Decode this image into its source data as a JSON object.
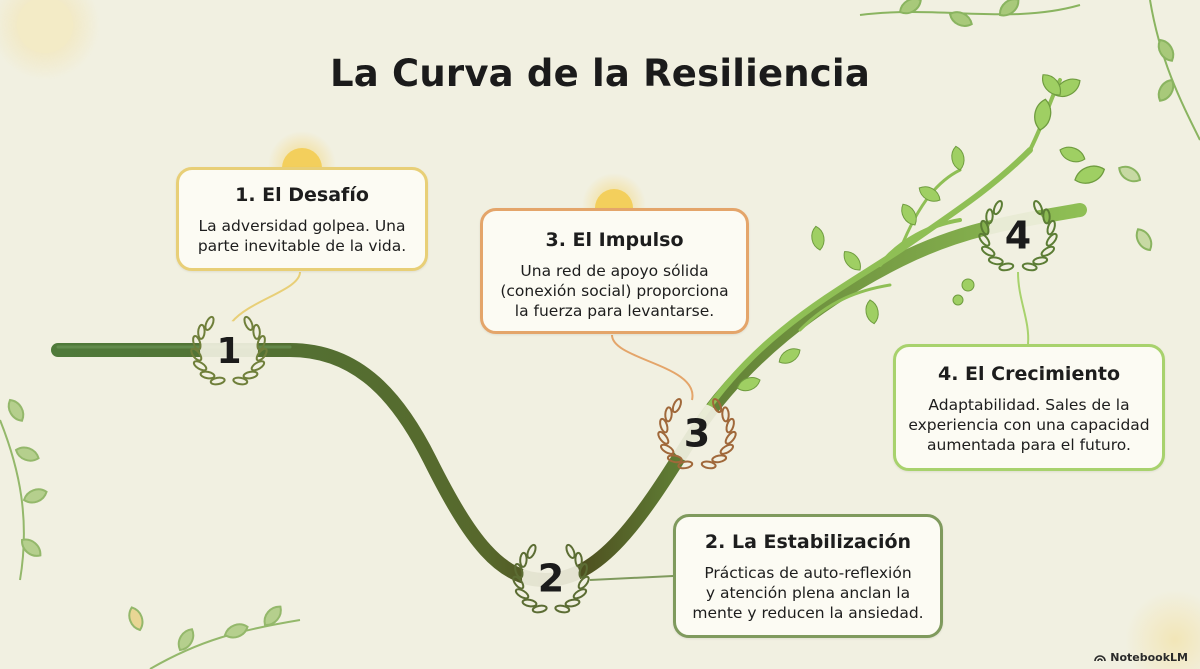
{
  "title": "La Curva de la Resiliencia",
  "stages": [
    {
      "number": "1",
      "title": "1. El Desafío",
      "lines": [
        "La adversidad golpea. Una",
        "parte inevitable de la vida."
      ]
    },
    {
      "number": "2",
      "title": "2. La Estabilización",
      "lines": [
        "Prácticas de auto-reflexión",
        "y atención plena anclan la",
        "mente y reducen la ansiedad."
      ]
    },
    {
      "number": "3",
      "title": "3. El Impulso",
      "lines": [
        "Una red de apoyo sólida",
        "(conexión social) proporciona",
        "la fuerza para levantarse."
      ]
    },
    {
      "number": "4",
      "title": "4. El Crecimiento",
      "lines": [
        "Adaptabilidad. Sales de la",
        "experiencia con una capacidad",
        "aumentada para el futuro."
      ]
    }
  ],
  "colors": {
    "background": "#f1f0e1",
    "stage1": "#e8cf77",
    "stage2": "#7f9a5d",
    "stage3": "#e4a56a",
    "stage4": "#a8d26d",
    "curve_dark": "#4e6b36",
    "vine": "#8fbf55"
  },
  "brand": "NotebookLM"
}
